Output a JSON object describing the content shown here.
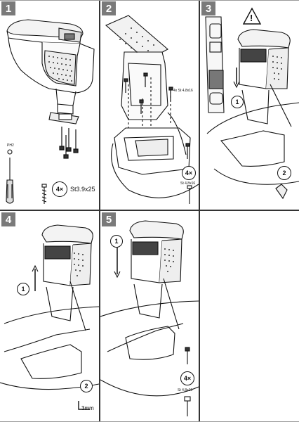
{
  "steps": [
    {
      "number": "1"
    },
    {
      "number": "2"
    },
    {
      "number": "3"
    },
    {
      "number": "4"
    },
    {
      "number": "5"
    }
  ],
  "panel1": {
    "washer_label": "PH2",
    "count": "4×",
    "screw_spec": "St3.9x25"
  },
  "panel2": {
    "screw_label": "4x St 4,8x16",
    "count": "4×",
    "screw_spec": "St 4,8x16"
  },
  "panel3": {
    "warning_symbol": "!",
    "callout_1": "1",
    "callout_2": "2"
  },
  "panel4": {
    "callout_1": "1",
    "callout_2": "2",
    "hex_key": "3mm"
  },
  "panel5": {
    "callout_1": "1",
    "count": "4×",
    "screw_spec": "St 4,8x16"
  }
}
